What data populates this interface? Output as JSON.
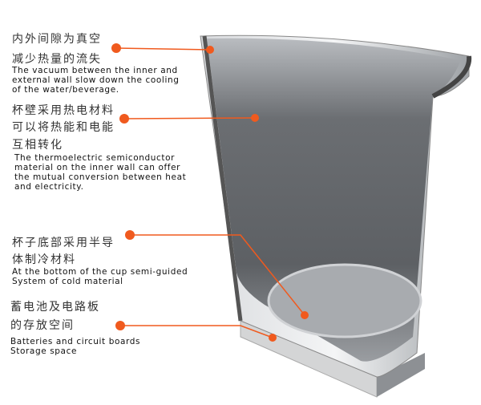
{
  "callouts": [
    {
      "cn": [
        "内外间隙为真空",
        "减少热量的流失"
      ],
      "en": "The vacuum between the inner and\nexternal wall slow down the cooling\nof the water/beverage."
    },
    {
      "cn": [
        "杯壁采用热电材料",
        "可以将热能和电能",
        "互相转化"
      ],
      "en": "The thermoelectric semiconductor\nmaterial on the inner wall can offer\nthe mutual conversion between heat\nand electricity."
    },
    {
      "cn": [
        "杯子底部采用半导",
        "体制冷材料"
      ],
      "en": "At the bottom of the cup semi-guided\nSystem of cold material"
    },
    {
      "cn": [
        "蓄电池及电路板",
        "的存放空间"
      ],
      "en": "Batteries and circuit boards\nStorage space"
    }
  ],
  "colors": {
    "accent": "#f05a1e",
    "cup_dark": "#5a5d60",
    "cup_light": "#c9ccd0"
  }
}
